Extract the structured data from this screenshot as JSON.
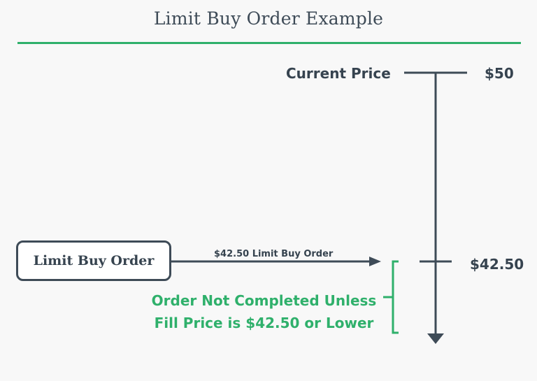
{
  "title": "Limit Buy Order Example",
  "colors": {
    "accent_green": "#2fb06b",
    "slate": "#3e4b57",
    "background": "#f8f8f8"
  },
  "price_axis": {
    "current_label": "Current Price",
    "current_price": "$50",
    "limit_price": "$42.50",
    "direction": "arrow-down"
  },
  "order": {
    "box_label": "Limit Buy Order",
    "arrow_label": "$42.50 Limit Buy Order"
  },
  "note": {
    "line1": "Order Not Completed Unless",
    "line2": "Fill Price is $42.50 or Lower"
  }
}
